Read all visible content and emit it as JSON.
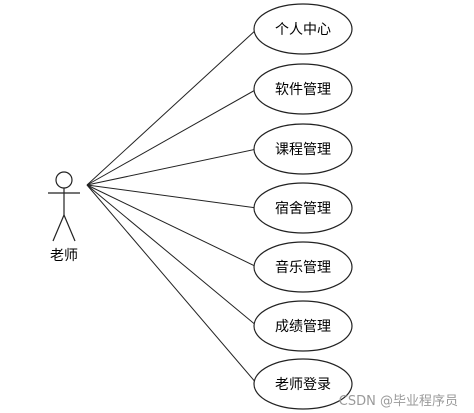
{
  "actor": {
    "label": "老师"
  },
  "use_cases": [
    {
      "label": "个人中心"
    },
    {
      "label": "软件管理"
    },
    {
      "label": "课程管理"
    },
    {
      "label": "宿舍管理"
    },
    {
      "label": "音乐管理"
    },
    {
      "label": "成绩管理"
    },
    {
      "label": "老师登录"
    }
  ],
  "watermark": "CSDN @毕业程序员",
  "colors": {
    "line": "#222222",
    "watermark": "#9a9a9a"
  }
}
